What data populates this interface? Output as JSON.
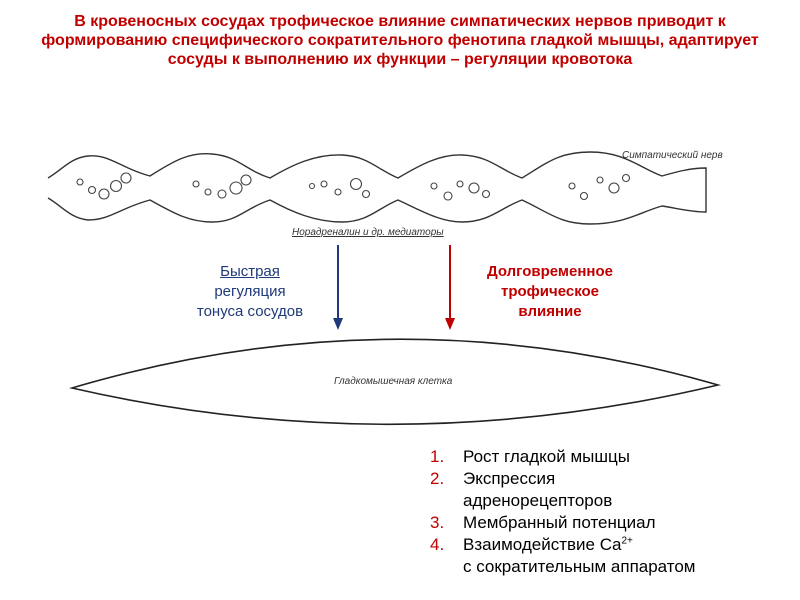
{
  "title": "В кровеносных сосудах трофическое влияние симпатических нервов приводит к формированию специфического сократительного фенотипа гладкой мышцы, адаптирует сосуды к выполнению их функции – регуляции кровотока",
  "diagram": {
    "nerve_label": "Симпатический нерв",
    "mediator_label": "Норадреналин  и др.  медиаторы",
    "cell_label": "Гладкомышечная клетка"
  },
  "fast": {
    "line1": "Быстрая",
    "line2": "регуляция",
    "line3": "тонуса сосудов"
  },
  "slow": {
    "line1": "Долговременное",
    "line2": "трофическое",
    "line3": "влияние"
  },
  "effects": [
    {
      "num": "1.",
      "text": "Рост гладкой мышцы"
    },
    {
      "num": "2.",
      "text": "Экспрессия адренорецепторов"
    },
    {
      "num": "3.",
      "text": "Мембранный потенциал"
    },
    {
      "num": "4.",
      "text_a": "Взаимодействие Ca",
      "sup": "2+",
      "text_b": "с сократительным аппаратом"
    }
  ],
  "colors": {
    "red": "#c00000",
    "blue": "#1f3a7a"
  }
}
